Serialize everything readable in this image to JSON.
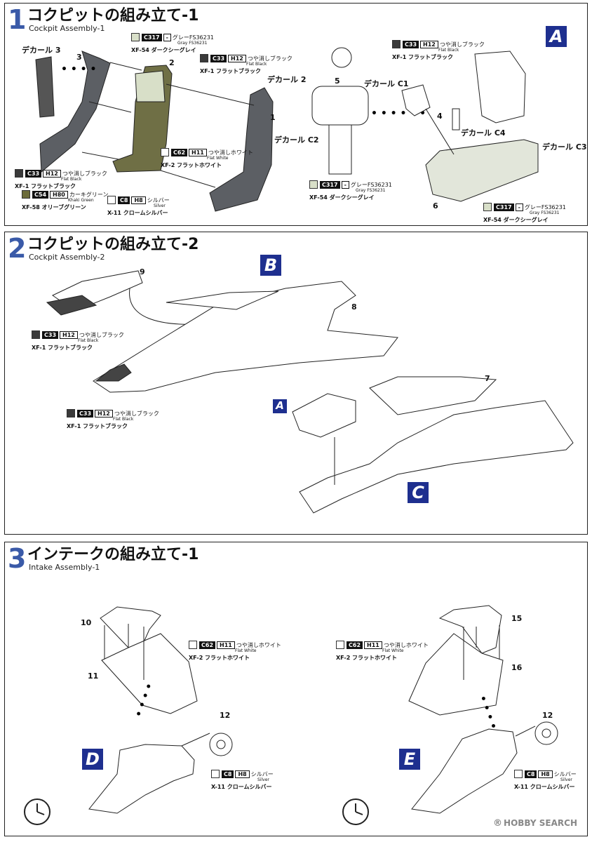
{
  "steps": [
    {
      "number": "1",
      "title_jp": "コクピットの組み立て-1",
      "title_en": "Cockpit Assembly-1",
      "box_letter": "A",
      "part_labels": [
        "デカール 3",
        "3",
        "2",
        "デカール 2",
        "1",
        "5",
        "デカール C1",
        "デカール C2",
        "4",
        "デカール C4",
        "デカール C3",
        "6"
      ],
      "paints": [
        {
          "swatch": "#d8dfc8",
          "code": "C317",
          "code2": "-",
          "jp": "グレーFS36231",
          "en": "Gray FS36231",
          "xf": "XF-54 ダークシーグレイ"
        },
        {
          "swatch": "#3a3a3a",
          "code": "C33",
          "code2": "H12",
          "jp": "つや消しブラック",
          "en": "Flat Black",
          "xf": "XF-1 フラットブラック"
        },
        {
          "swatch": "#ffffff",
          "code": "C62",
          "code2": "H11",
          "jp": "つや消しホワイト",
          "en": "Flat White",
          "xf": "XF-2 フラットホワイト"
        },
        {
          "swatch": "#3a3a3a",
          "code": "C33",
          "code2": "H12",
          "jp": "つや消しブラック",
          "en": "Flat Black",
          "xf": "XF-1 フラットブラック"
        },
        {
          "swatch": "#6b6b3a",
          "code": "C54",
          "code2": "H80",
          "jp": "カーキグリーン",
          "en": "Khaki Green",
          "xf": "XF-58 オリーブグリーン"
        },
        {
          "swatch": "#ffffff",
          "code": "C8",
          "code2": "H8",
          "jp": "シルバー",
          "en": "Silver",
          "xf": "X-11 クロームシルバー"
        },
        {
          "swatch": "#3a3a3a",
          "code": "C33",
          "code2": "H12",
          "jp": "つや消しブラック",
          "en": "Flat Black",
          "xf": "XF-1 フラットブラック"
        },
        {
          "swatch": "#d8dfc8",
          "code": "C317",
          "code2": "-",
          "jp": "グレーFS36231",
          "en": "Gray FS36231",
          "xf": "XF-54 ダークシーグレイ"
        },
        {
          "swatch": "#d8dfc8",
          "code": "C317",
          "code2": "-",
          "jp": "グレーFS36231",
          "en": "Gray FS36231",
          "xf": "XF-54 ダークシーグレイ"
        }
      ]
    },
    {
      "number": "2",
      "title_jp": "コクピットの組み立て-2",
      "title_en": "Cockpit Assembly-2",
      "box_letters": [
        "B",
        "A",
        "C"
      ],
      "part_labels": [
        "9",
        "8",
        "7"
      ],
      "paints": [
        {
          "swatch": "#3a3a3a",
          "code": "C33",
          "code2": "H12",
          "jp": "つや消しブラック",
          "en": "Flat Black",
          "xf": "XF-1 フラットブラック"
        },
        {
          "swatch": "#3a3a3a",
          "code": "C33",
          "code2": "H12",
          "jp": "つや消しブラック",
          "en": "Flat Black",
          "xf": "XF-1 フラットブラック"
        }
      ]
    },
    {
      "number": "3",
      "title_jp": "インテークの組み立て-1",
      "title_en": "Intake Assembly-1",
      "box_letters": [
        "D",
        "E"
      ],
      "part_labels": [
        "10",
        "11",
        "12",
        "15",
        "16",
        "12"
      ],
      "paints": [
        {
          "swatch": "#ffffff",
          "code": "C62",
          "code2": "H11",
          "jp": "つや消しホワイト",
          "en": "Flat White",
          "xf": "XF-2 フラットホワイト"
        },
        {
          "swatch": "#ffffff",
          "code": "C62",
          "code2": "H11",
          "jp": "つや消しホワイト",
          "en": "Flat White",
          "xf": "XF-2 フラットホワイト"
        },
        {
          "swatch": "#ffffff",
          "code": "C8",
          "code2": "H8",
          "jp": "シルバー",
          "en": "Silver",
          "xf": "X-11 クロームシルバー"
        },
        {
          "swatch": "#ffffff",
          "code": "C8",
          "code2": "H8",
          "jp": "シルバー",
          "en": "Silver",
          "xf": "X-11 クロームシルバー"
        }
      ]
    }
  ],
  "watermark": "HOBBY SEARCH",
  "watermark_mark": "®"
}
